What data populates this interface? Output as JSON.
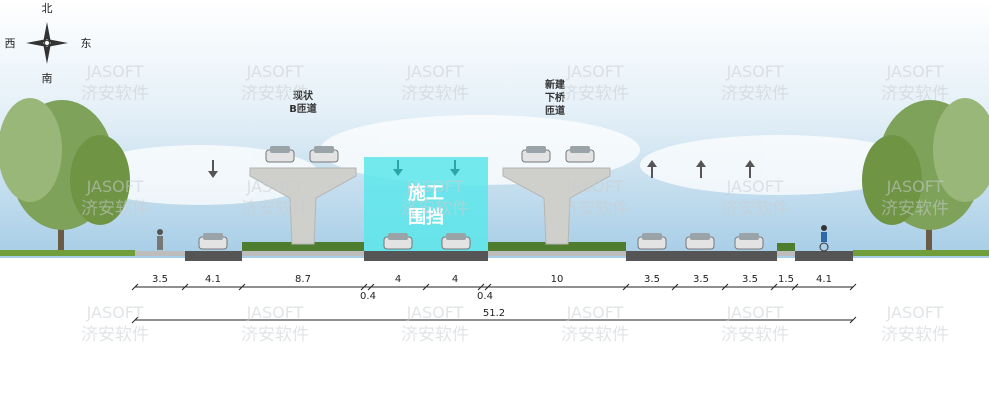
{
  "compass": {
    "north": "北",
    "south": "南",
    "west": "西",
    "east": "东"
  },
  "watermark": {
    "brand": "JASOFT",
    "cn": "济安软件"
  },
  "labels": {
    "existing_ramp": [
      "现状",
      "B匝道"
    ],
    "new_ramp": [
      "新建",
      "下桥",
      "匝道"
    ],
    "hoarding": [
      "施工",
      "围挡"
    ]
  },
  "dimensions": {
    "segments": [
      "3.5",
      "4.1",
      "8.7",
      "4",
      "4",
      "10",
      "3.5",
      "3.5",
      "3.5",
      "1.5",
      "4.1"
    ],
    "small": [
      "0.4",
      "0.4"
    ],
    "total": "51.2"
  },
  "colors": {
    "sky_top": "#ffffff",
    "sky_bottom": "#a9cfe8",
    "hoarding": "#5ce6ea",
    "grass": "#6f9e3a",
    "pier": "#c9c9c6",
    "road": "#555555"
  }
}
